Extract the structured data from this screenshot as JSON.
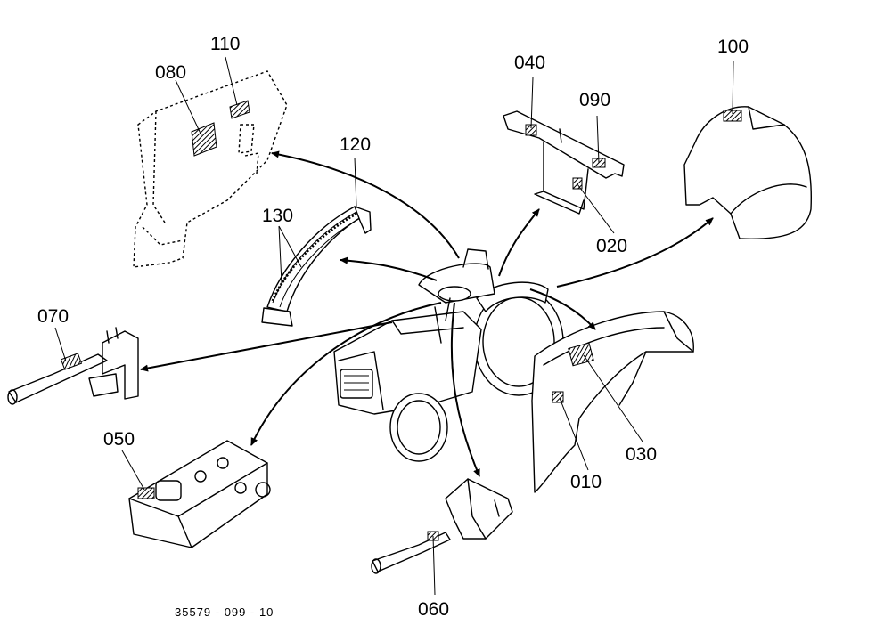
{
  "diagram": {
    "labels": {
      "l080": "080",
      "l110": "110",
      "l120": "120",
      "l130": "130",
      "l070": "070",
      "l050": "050",
      "l060": "060",
      "l040": "040",
      "l090": "090",
      "l020": "020",
      "l100": "100",
      "l030": "030",
      "l010": "010"
    },
    "document_number": "35579 - 099 - 10"
  }
}
